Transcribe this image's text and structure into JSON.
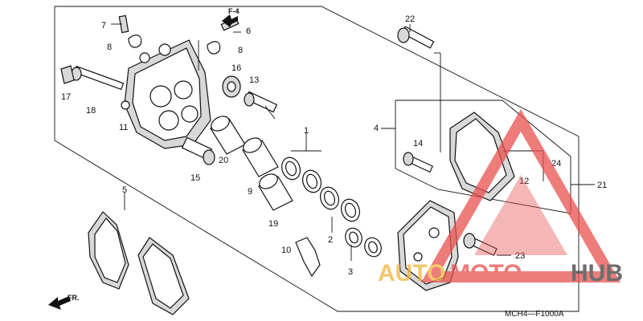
{
  "diagram": {
    "reference_code": "MCH4—F1000A",
    "direction_labels": {
      "front": "FR.",
      "figure_ref": "F-4"
    }
  },
  "callouts": {
    "p1": "1",
    "p2": "2",
    "p3": "3",
    "p4": "4",
    "p5": "5",
    "p6": "6",
    "p7": "7",
    "p8a": "8",
    "p8b": "8",
    "p9": "9",
    "p10": "10",
    "p11": "11",
    "p12": "12",
    "p13": "13",
    "p14": "14",
    "p15": "15",
    "p16": "16",
    "p17": "17",
    "p18": "18",
    "p19": "19",
    "p20": "20",
    "p21": "21",
    "p22": "22",
    "p23": "23",
    "p24": "24"
  },
  "watermark": {
    "text_a": "AUTO",
    "text_b": "MOTO",
    "text_c": "HUB",
    "colors": {
      "accent": "#e8514f",
      "dark": "#3d3d3d",
      "gold": "#f0b63c"
    }
  }
}
